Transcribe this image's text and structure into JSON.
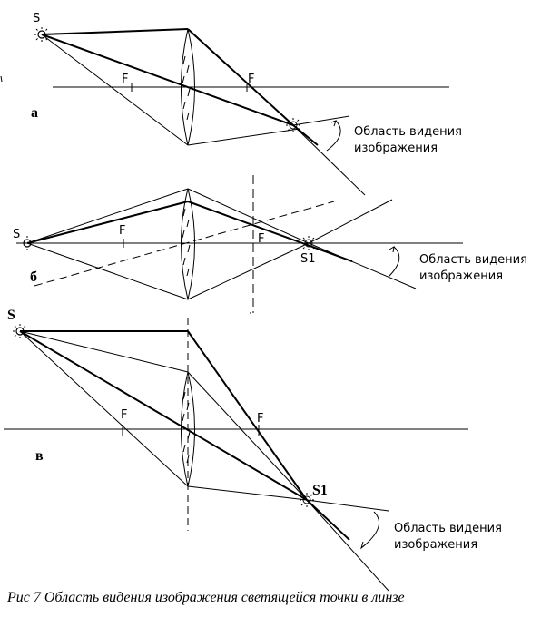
{
  "diagrams": {
    "a": {
      "panel_label": "а",
      "source_label": "S",
      "focus_left_label": "F",
      "focus_right_label": "F",
      "region_label_line1": "Область видения",
      "region_label_line2": "изображения"
    },
    "b": {
      "panel_label": "б",
      "source_label": "S",
      "focus_left_label": "F",
      "focus_right_label": "F",
      "image_label": "S1",
      "region_label_line1": "Область видения",
      "region_label_line2": "изображения"
    },
    "c": {
      "panel_label": "в",
      "source_label": "S",
      "focus_left_label": "F",
      "focus_right_label": "F",
      "image_label": "S1",
      "region_label_line1": "Область видения",
      "region_label_line2": "изображения"
    }
  },
  "caption": "Рис 7 Область видения изображения светящейся точки в линзе",
  "colors": {
    "ink": "#000000",
    "background": "#ffffff"
  }
}
